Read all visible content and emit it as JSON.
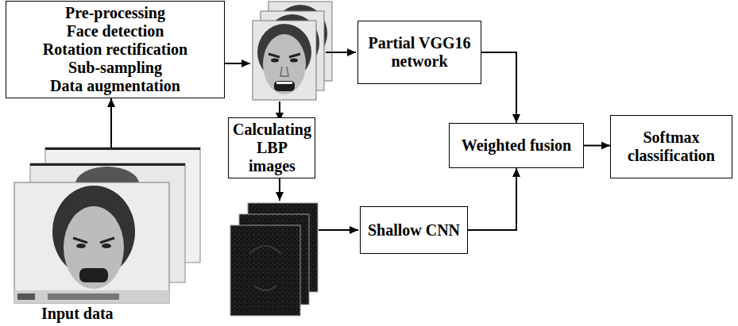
{
  "diagram": {
    "nodes": [
      {
        "text": [
          "Pre-processing",
          "Face detection",
          "Rotation rectification",
          "Sub-sampling",
          "Data augmentation"
        ]
      },
      {
        "text": [
          "Partial VGG16 network"
        ]
      },
      {
        "text": [
          "Calculating LBP images"
        ]
      },
      {
        "text": [
          "Shallow CNN"
        ]
      },
      {
        "text": [
          "Weighted fusion"
        ]
      },
      {
        "text": [
          "Softmax classification"
        ]
      }
    ],
    "edges": [
      {
        "from": 1,
        "to": 4,
        "arrow": "to"
      },
      {
        "from": 3,
        "to": 4,
        "arrow": "to"
      },
      {
        "from": 4,
        "to": 5,
        "arrow": "to"
      }
    ],
    "labels": [
      "Input data"
    ]
  }
}
